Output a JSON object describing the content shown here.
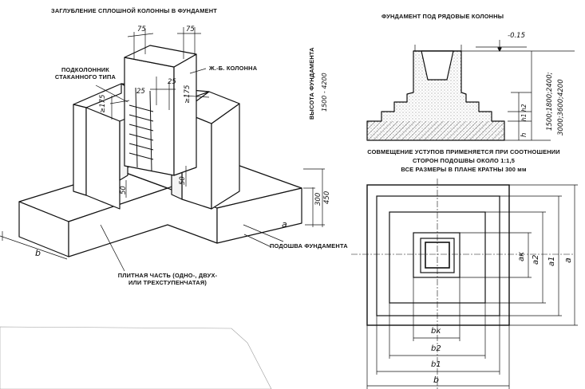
{
  "left_diagram": {
    "title": "ЗАГЛУБЛЕНИЕ СПЛОШНОЙ КОЛОННЫ В ФУНДАМЕНТ",
    "label_socket": "ПОДКОЛОННИК\nСТАКАННОГО ТИПА",
    "label_column": "Ж.-Б. КОЛОННА",
    "label_slab": "ПЛИТНАЯ ЧАСТЬ (ОДНО-, ДВУХ-\nИЛИ ТРЕХСТУПЕНЧАТАЯ)",
    "label_base": "ПОДОШВА ФУНДАМЕНТА",
    "dims": {
      "top_left": "75",
      "top_right": "75",
      "inner_left": "25",
      "inner_right": "25",
      "side_left": "≥175",
      "side_right": "≥175",
      "gap_left": "50",
      "gap_right": "50",
      "height_1": "300",
      "height_2": "450",
      "width_a": "a",
      "width_b": "b"
    }
  },
  "right_top": {
    "title": "ФУНДАМЕНТ ПОД РЯДОВЫЕ КОЛОННЫ",
    "elevation": "-0.15",
    "height_label": "ВЫСОТА ФУНДАМЕНТА",
    "height_range": "1500 - 4200",
    "h_values_1": "1500;1800;2400;",
    "h_values_2": "3000;3600;4200",
    "h": "h",
    "h1": "h1",
    "h2": "h2"
  },
  "right_note": {
    "line1": "СОВМЕЩЕНИЕ УСТУПОВ ПРИМЕНЯЕТСЯ ПРИ СООТНОШЕНИИ",
    "line2": "СТОРОН ПОДОШВЫ ОКОЛО 1:1,5",
    "line3": "ВСЕ РАЗМЕРЫ В ПЛАНЕ КРАТНЫ 300 мм"
  },
  "right_plan": {
    "a_k": "aк",
    "a2": "a2",
    "a1": "a1",
    "a": "a",
    "b_k": "bк",
    "b2": "b2",
    "b1": "b1",
    "b": "b"
  }
}
